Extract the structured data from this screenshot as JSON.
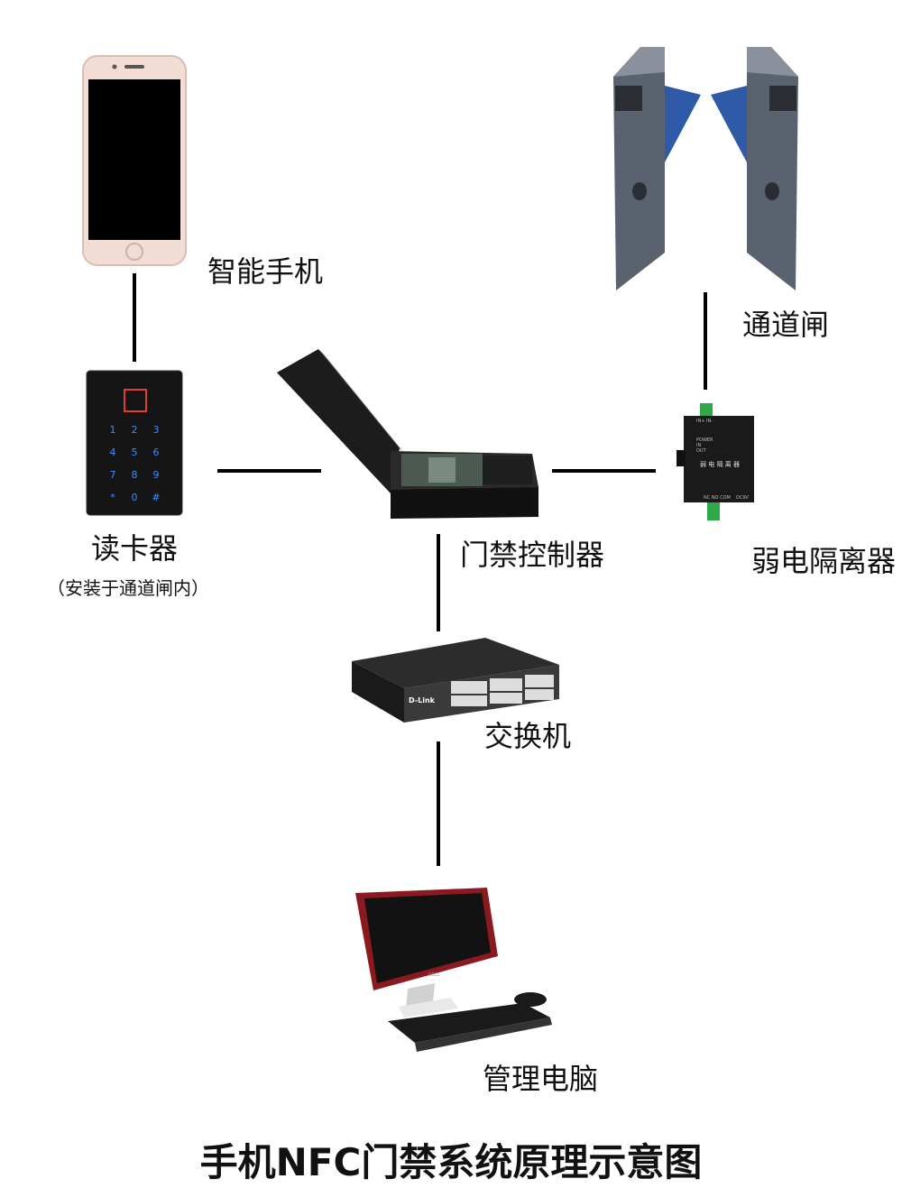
{
  "title": "手机NFC门禁系统原理示意图",
  "nodes": {
    "phone": {
      "label": "智能手机"
    },
    "gate": {
      "label": "通道闸"
    },
    "reader": {
      "label": "读卡器",
      "note": "（安装于通道闸内）"
    },
    "controller": {
      "label": "门禁控制器"
    },
    "isolator": {
      "label": "弱电隔离器",
      "device_text": "弱 电 隔 离 器",
      "port_labels": [
        "POWER",
        "IN",
        "OUT"
      ],
      "top_terminal": "IN+ IN-",
      "bottom_terminal": "NC NO COM",
      "power_terminal": "DC9V"
    },
    "switch": {
      "label": "交换机",
      "brand": "D-Link"
    },
    "pc": {
      "label": "管理电脑",
      "brand": "DELL"
    }
  },
  "keypad": [
    "1",
    "2",
    "3",
    "4",
    "5",
    "6",
    "7",
    "8",
    "9",
    "*",
    "0",
    "#"
  ],
  "colors": {
    "line": "#000000",
    "gate_body": "#5a6270",
    "gate_flap": "#2e5aa8",
    "pc_frame": "#8a1a1f",
    "keypad_glow": "#3a8dff",
    "terminal_green": "#2fa84a"
  }
}
